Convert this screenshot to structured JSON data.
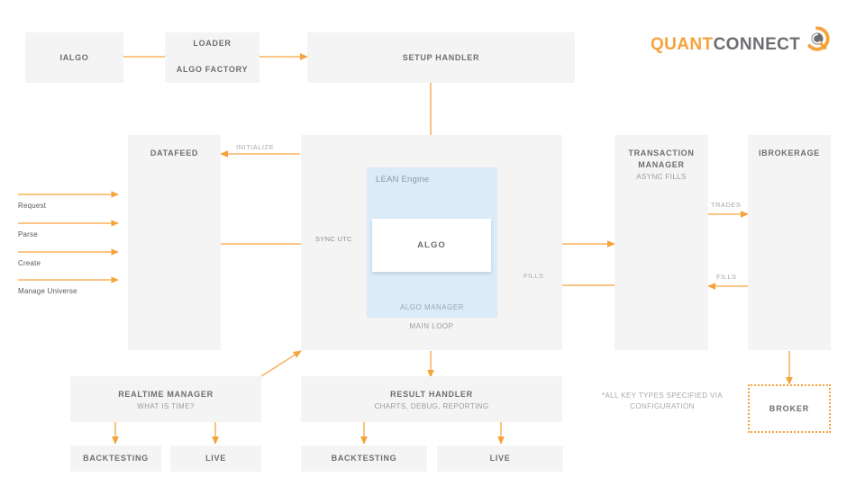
{
  "brand": {
    "name_part1": "QUANT",
    "name_part2": "CONNECT",
    "mark_icon": "quantconnect-circle-logo-icon",
    "orange": "#f5a33c",
    "gray": "#6d6e71"
  },
  "colors": {
    "box_fill": "#f4f4f4",
    "lean_fill": "#dcebf8",
    "arrow": "#f5a33c",
    "title_text": "#6d6e71",
    "sub_text": "#9a9b9e"
  },
  "nodes": {
    "ialgo": {
      "title": "IALGO"
    },
    "loader": {
      "title": "LOADER",
      "title2": "ALGO FACTORY"
    },
    "setup_handler": {
      "title": "SETUP HANDLER"
    },
    "datafeed": {
      "title": "DATAFEED"
    },
    "engine": {
      "lean_label": "LEAN Engine",
      "algo_manager_label": "ALGO MANAGER",
      "main_loop_label": "MAIN LOOP",
      "algo_title": "ALGO"
    },
    "transaction_manager": {
      "title": "TRANSACTION MANAGER",
      "subtitle": "ASYNC FILLS"
    },
    "ibrokerage": {
      "title": "IBROKERAGE"
    },
    "broker": {
      "title": "BROKER"
    },
    "realtime_manager": {
      "title": "REALTIME MANAGER",
      "subtitle": "WHAT IS TIME?"
    },
    "result_handler": {
      "title": "RESULT HANDLER",
      "subtitle": "CHARTS, DEBUG, REPORTING"
    },
    "realtime_backtesting": {
      "title": "BACKTESTING"
    },
    "realtime_live": {
      "title": "LIVE"
    },
    "result_backtesting": {
      "title": "BACKTESTING"
    },
    "result_live": {
      "title": "LIVE"
    }
  },
  "edge_labels": {
    "initialize": "INITIALIZE",
    "sync_utc": "SYNC UTC",
    "trades": "TRADES",
    "fills_brokerage": "FILLS",
    "fills_transaction": "FILLS"
  },
  "left_inputs": [
    {
      "label": "Request"
    },
    {
      "label": "Parse"
    },
    {
      "label": "Create"
    },
    {
      "label": "Manage Universe"
    }
  ],
  "footnote": {
    "text": "*ALL KEY TYPES SPECIFIED VIA\nCONFIGURATION"
  }
}
